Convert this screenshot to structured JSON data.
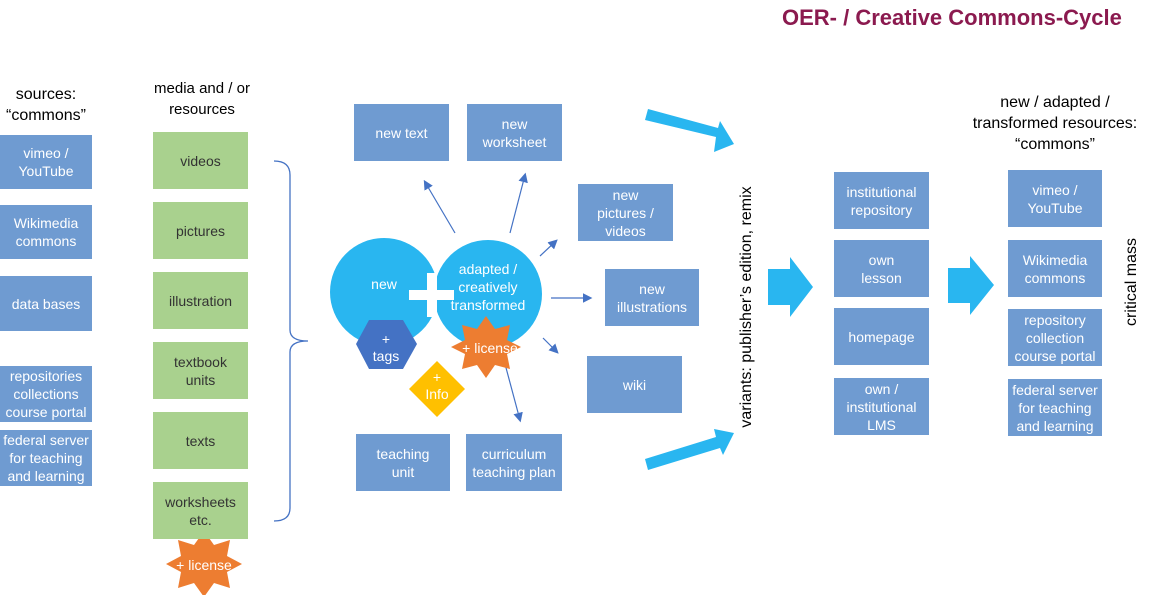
{
  "title": "OER- / Creative Commons-Cycle",
  "sources": {
    "heading": "sources:\n“commons”",
    "items": [
      "vimeo /\nYouTube",
      "Wikimedia\ncommons",
      "data bases",
      "repositories\ncollections\ncourse portal",
      "federal server\nfor teaching\nand learning"
    ]
  },
  "media": {
    "heading": "media and / or\nresources",
    "items": [
      "videos",
      "pictures",
      "illustration",
      "textbook\nunits",
      "texts",
      "worksheets\netc."
    ],
    "license": "+ license"
  },
  "center": {
    "new": "new",
    "adapted": "adapted /\ncreatively\ntransformed",
    "tags": "+\ntags",
    "license": "+ license",
    "info": "+\nInfo"
  },
  "outputs": {
    "new_text": "new text",
    "new_worksheet": "new\nworksheet",
    "new_pictures": "new\npictures /\nvideos",
    "new_illustrations": "new\nillustrations",
    "wiki": "wiki",
    "teaching_unit": "teaching\nunit",
    "curriculum": "curriculum\nteaching plan"
  },
  "variants_label": "variants: publisher’s edition, remix",
  "distribution": [
    "institutional\nrepository",
    "own\nlesson",
    "homepage",
    "own /\ninstitutional\nLMS"
  ],
  "results": {
    "heading": "new / adapted /\ntransformed resources:\n“commons”",
    "items": [
      "vimeo /\nYouTube",
      "Wikimedia\ncommons",
      "repository\ncollection\ncourse portal",
      "federal server\nfor teaching\nand learning"
    ]
  },
  "critical_mass": "critical mass",
  "colors": {
    "title": "#8b1a4f",
    "box_blue": "#6f9bd1",
    "box_green": "#a9d18e",
    "circle": "#29b6f0",
    "tags_hex": "#4472c4",
    "star": "#ed7d31",
    "info_diamond": "#ffc000",
    "arrow": "#4472c4",
    "big_arrow": "#29b6f0"
  }
}
